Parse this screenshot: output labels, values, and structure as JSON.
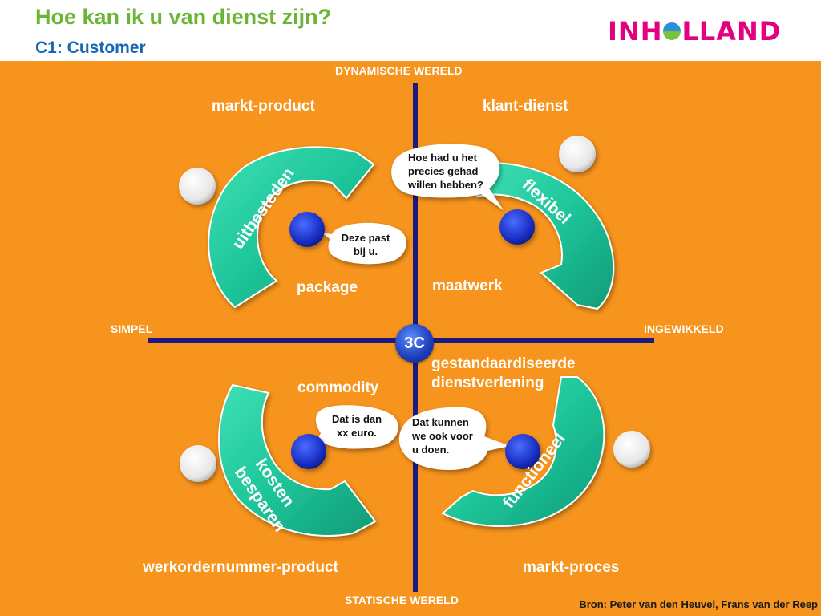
{
  "header": {
    "title": "Hoe kan ik u van dienst zijn?",
    "subtitle": "C1: Customer",
    "logo_left": "INH",
    "logo_right": "LLAND"
  },
  "axes": {
    "top": "DYNAMISCHE WERELD",
    "bottom": "STATISCHE WERELD",
    "left": "SIMPEL",
    "right": "INGEWIKKELD",
    "center": "3C"
  },
  "quadrants": {
    "top_left": "markt-product",
    "top_right": "klant-dienst",
    "bottom_left": "werkordernummer-product",
    "bottom_right": "markt-proces"
  },
  "offerings": {
    "package": "package",
    "maatwerk": "maatwerk",
    "commodity": "commodity",
    "standardized_line1": "gestandaardiseerde",
    "standardized_line2": "dienstverlening"
  },
  "arrows": {
    "top_left": "uitbesteden",
    "top_right": "flexibel",
    "bottom_left_line1": "kosten",
    "bottom_left_line2": "besparen",
    "bottom_right": "functioneel"
  },
  "bubbles": {
    "top_left": [
      "Deze past",
      "bij u."
    ],
    "top_right": [
      "Hoe had u het",
      "precies gehad",
      "willen hebben?"
    ],
    "bottom_left": [
      "Dat is dan",
      "xx euro."
    ],
    "bottom_right": [
      "Dat kunnen",
      "we ook voor",
      "u doen."
    ]
  },
  "source": "Bron: Peter van den Heuvel, Frans van der Reep",
  "colors": {
    "background": "#f7941d",
    "title": "#6ab536",
    "subtitle": "#1668b4",
    "axis": "#1a1a80",
    "arrow": "#1fc59a",
    "provider": "#1a2fc4",
    "logo": "#e4007e"
  }
}
